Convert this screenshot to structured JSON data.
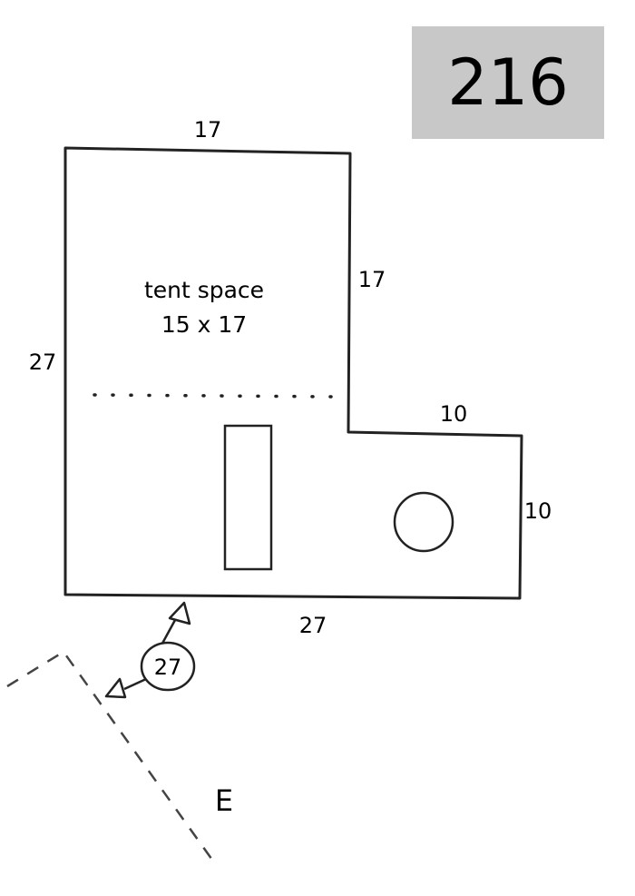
{
  "site": {
    "number": "216"
  },
  "dimensions": {
    "top": "17",
    "right_upper": "17",
    "left": "27",
    "step": "10",
    "right_lower": "10",
    "bottom": "27"
  },
  "tent_space": {
    "label": "tent space",
    "size": "15 x 17"
  },
  "driveway": {
    "length": "27"
  },
  "compass": {
    "direction": "E"
  },
  "colors": {
    "badge_background": "#c8c8c8",
    "ink": "#222222"
  }
}
